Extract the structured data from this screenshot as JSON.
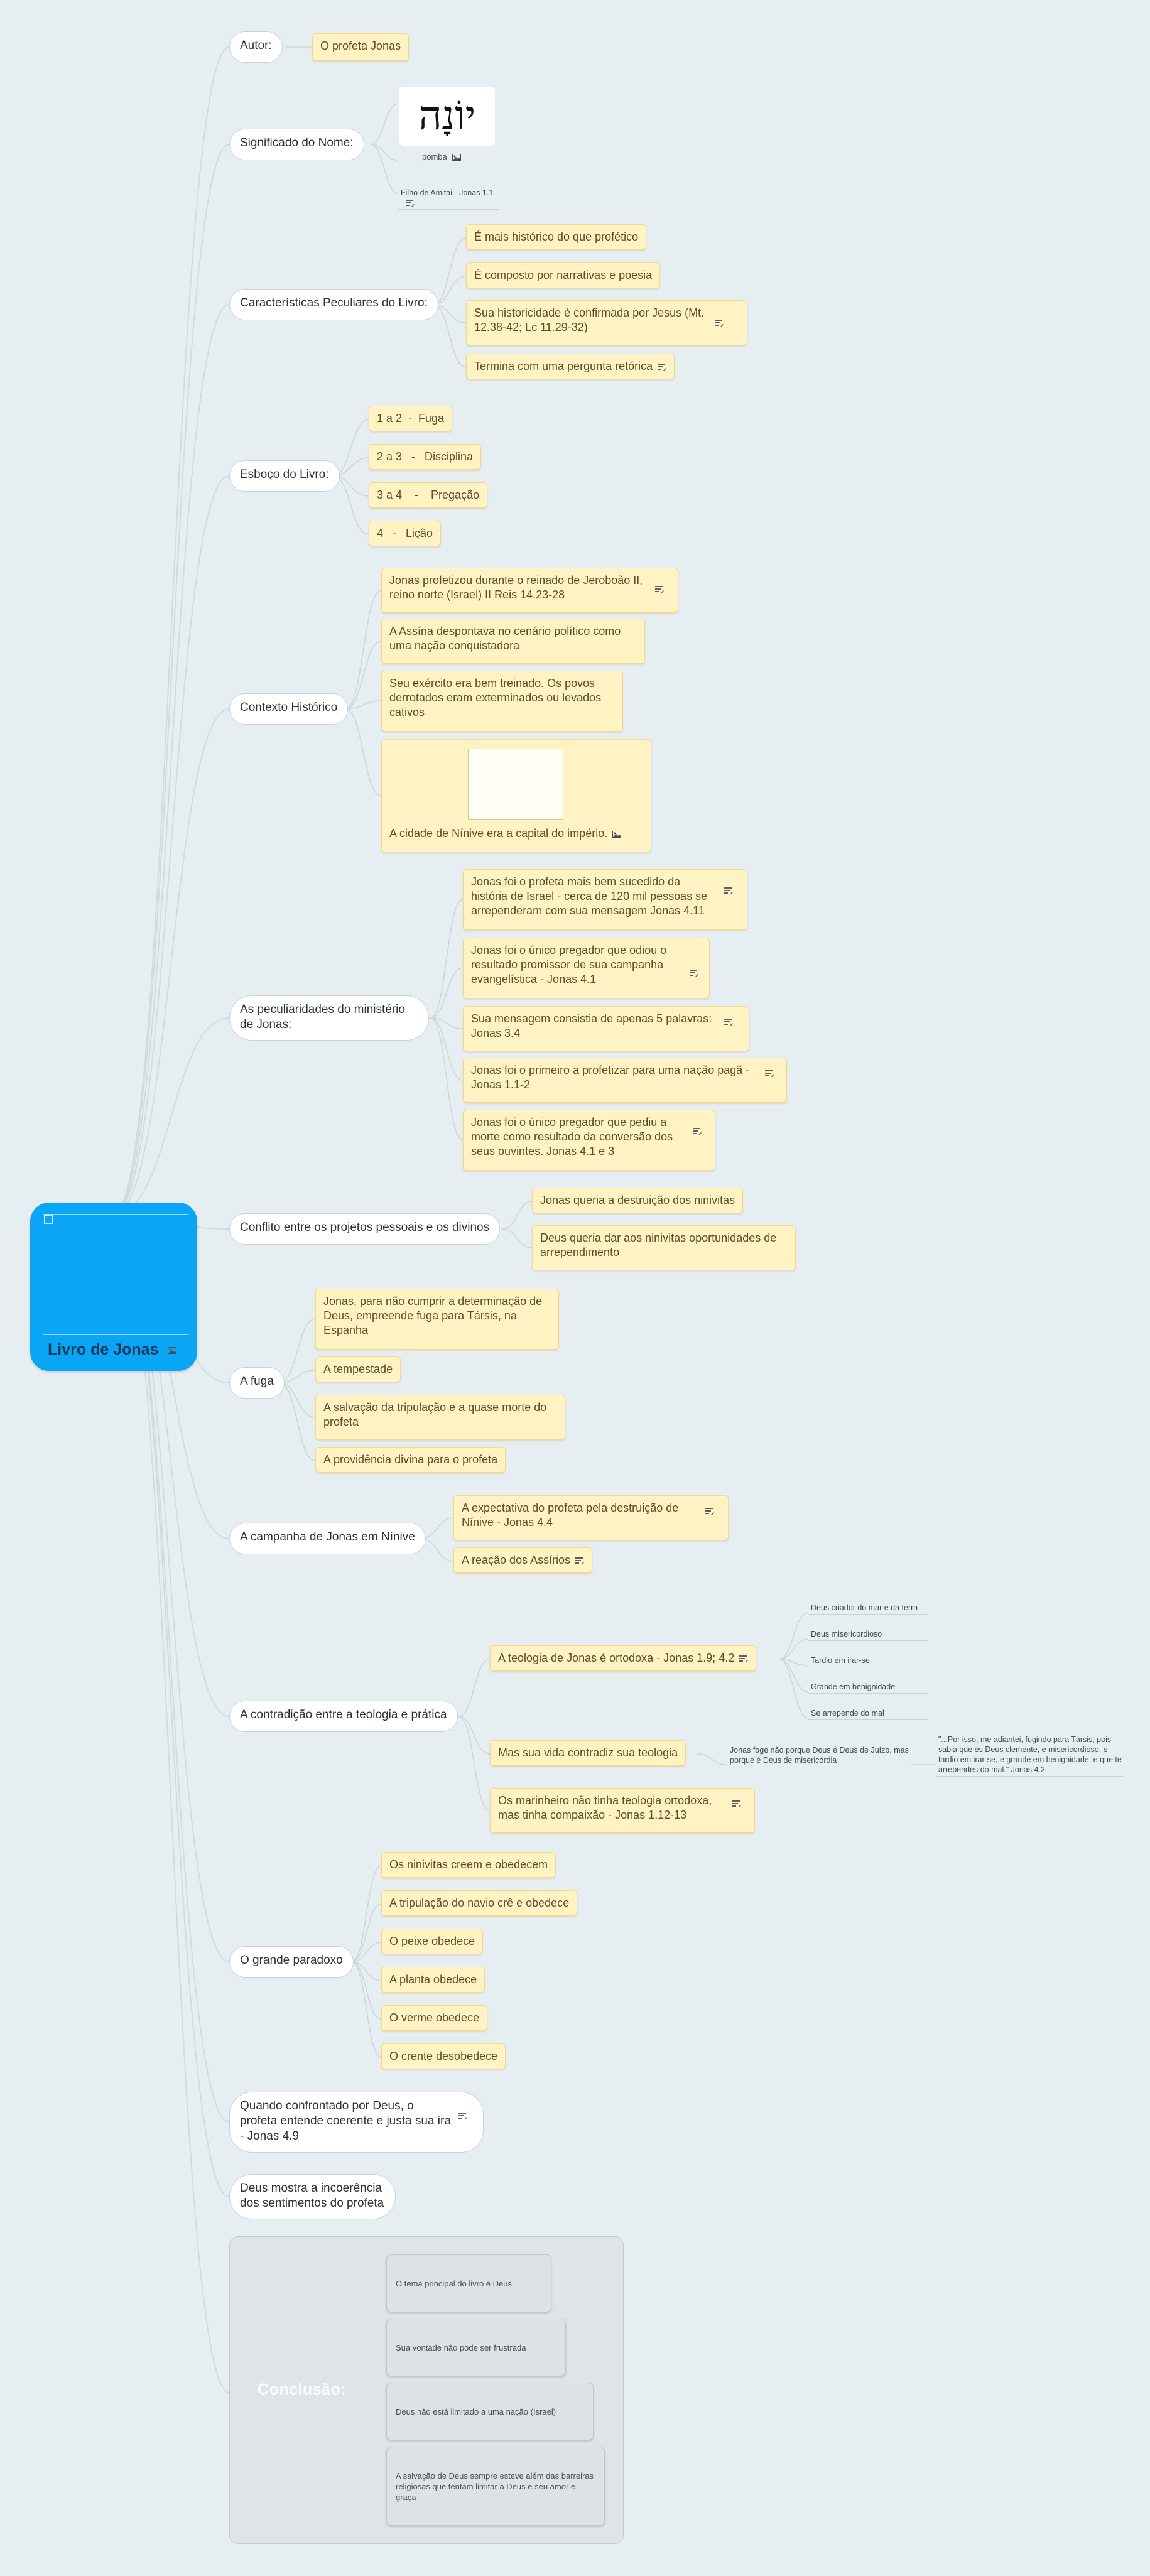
{
  "root": {
    "title": "Livro de Jonas"
  },
  "autor": {
    "label": "Autor:",
    "value": "O profeta Jonas"
  },
  "significado": {
    "label": "Significado do Nome:",
    "hebrew": "יוֹנָה",
    "caption": "pomba",
    "filho": "Filho de Amitai - Jonas 1.1"
  },
  "caracteristicas": {
    "label": "Características Peculiares do Livro:",
    "items": [
      "É mais histórico do que profético",
      "É composto por narrativas e poesia",
      "Sua historicidade é confirmada por Jesus (Mt. 12.38-42; Lc 11.29-32)",
      "Termina com uma pergunta retórica"
    ]
  },
  "esboco": {
    "label": "Esboço do Livro:",
    "items": [
      "1 a 2  -  Fuga",
      "2 a 3   -   Disciplina",
      "3 a 4    -    Pregação",
      "4   -   Lição"
    ]
  },
  "contexto": {
    "label": "Contexto Histórico",
    "items": [
      "Jonas profetizou durante o reinado de Jeroboão II, reino norte (Israel) II Reis 14.23-28",
      "A Assíria despontava no cenário político como uma nação conquistadora",
      "Seu exército era bem treinado. Os povos derrotados eram exterminados ou levados cativos",
      "A cidade de Nínive era a capital do império."
    ]
  },
  "ministerio": {
    "label": "As peculiaridades do ministério de Jonas:",
    "items": [
      "Jonas foi o profeta mais bem sucedido da história de Israel - cerca de 120 mil pessoas se arrependeram com sua mensagem Jonas 4.11",
      "Jonas foi o único pregador que odiou o resultado promissor de sua campanha evangelística - Jonas 4.1",
      "Sua mensagem consistia de apenas 5 palavras: Jonas 3.4",
      "Jonas foi o primeiro a profetizar para uma nação pagã - Jonas 1.1-2",
      "Jonas foi o único pregador que pediu a morte como resultado da conversão dos seus ouvintes. Jonas 4.1 e 3"
    ]
  },
  "conflito": {
    "label": "Conflito entre os projetos pessoais e os divinos",
    "items": [
      "Jonas queria a destruição dos ninivitas",
      "Deus queria dar aos ninivitas oportunidades de arrependimento"
    ]
  },
  "fuga": {
    "label": "A fuga",
    "items": [
      "Jonas, para não cumprir a determinação de Deus, empreende fuga para Társis, na Espanha",
      "A tempestade",
      "A salvação da tripulação e a quase morte do profeta",
      "A providência divina para o profeta"
    ]
  },
  "campanha": {
    "label": "A campanha de Jonas em Nínive",
    "items": [
      "A expectativa do profeta pela destruição  de Nínive - Jonas 4.4",
      "A reação dos Assírios"
    ]
  },
  "contradicao": {
    "label": "A contradição entre a teologia e prática",
    "teologia": "A teologia de Jonas é ortodoxa - Jonas 1.9; 4.2",
    "atributos": [
      "Deus criador do mar e da terra",
      "Deus misericordioso",
      "Tardio em irar-se",
      "Grande em benignidade",
      "Se arrepende do mal"
    ],
    "vida": "Mas sua vida contradiz sua teologia",
    "foge": "Jonas foge não porque Deus é Deus de Juízo, mas porque é Deus de misericórdia",
    "citacao": "\"...Por isso, me adiantei, fugindo para Társis, pois sabia que és Deus clemente, e misericordioso, e tardio em irar-se, e grande em benignidade, e que te arrependes do mal.\" Jonas 4.2",
    "marinheiro": "Os marinheiro não tinha teologia ortodoxa, mas tinha compaixão - Jonas 1.12-13"
  },
  "paradoxo": {
    "label": "O grande paradoxo",
    "items": [
      "Os ninivitas creem e obedecem",
      "A tripulação do navio crê e obedece",
      "O peixe obedece",
      "A planta obedece",
      "O verme obedece",
      "O crente desobedece"
    ]
  },
  "confrontado": {
    "label": "Quando confrontado por Deus, o profeta entende coerente e justa sua ira - Jonas 4.9"
  },
  "incoerencia": {
    "label": "Deus mostra a incoerência dos sentimentos do profeta"
  },
  "conclusao": {
    "label": "Conclusão:",
    "items": [
      "O tema principal do livro é Deus",
      "Sua vontade não pode ser frustrada",
      "Deus não está limitado a uma nação (Israel)",
      "A salvação de Deus sempre esteve além das barreiras religiosas que tentam limitar a Deus e seu amor e graça"
    ]
  },
  "colors": {
    "root": "#0aa6f5",
    "note": "#fff3c4",
    "lines": "#c9d1d6"
  },
  "icons": {
    "note": "note-icon",
    "image": "image-icon"
  }
}
